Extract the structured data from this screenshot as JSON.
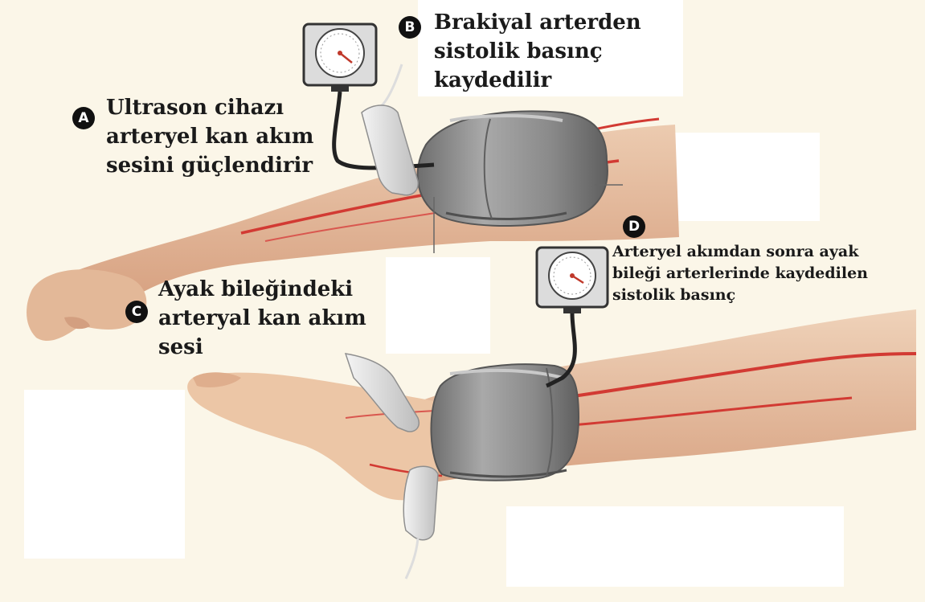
{
  "labels": {
    "a": {
      "badge": "A",
      "lines": [
        "Ultrason cihazı",
        "arteryel kan akım",
        "sesini güçlendirir"
      ]
    },
    "b": {
      "badge": "B",
      "lines": [
        "Brakiyal arterden",
        "sistolik basınç",
        "kaydedilir"
      ]
    },
    "c": {
      "badge": "C",
      "lines": [
        "Ayak bileğindeki",
        "arteryal kan akım",
        "sesi"
      ]
    },
    "d": {
      "badge": "D",
      "lines": [
        "Arteryel akımdan sonra ayak",
        "bileği arterlerinde kaydedilen",
        "sistolik basınç"
      ]
    }
  },
  "colors": {
    "skin": "#e9c4a4",
    "skin_shadow": "#d9a888",
    "artery": "#d23a33",
    "cuff": "#8d8d8d",
    "cuff_dark": "#6c6c6c",
    "gauge_body": "#d8d8d8",
    "probe": "#e6e6e6",
    "background_wash": "#fcf7ea"
  }
}
